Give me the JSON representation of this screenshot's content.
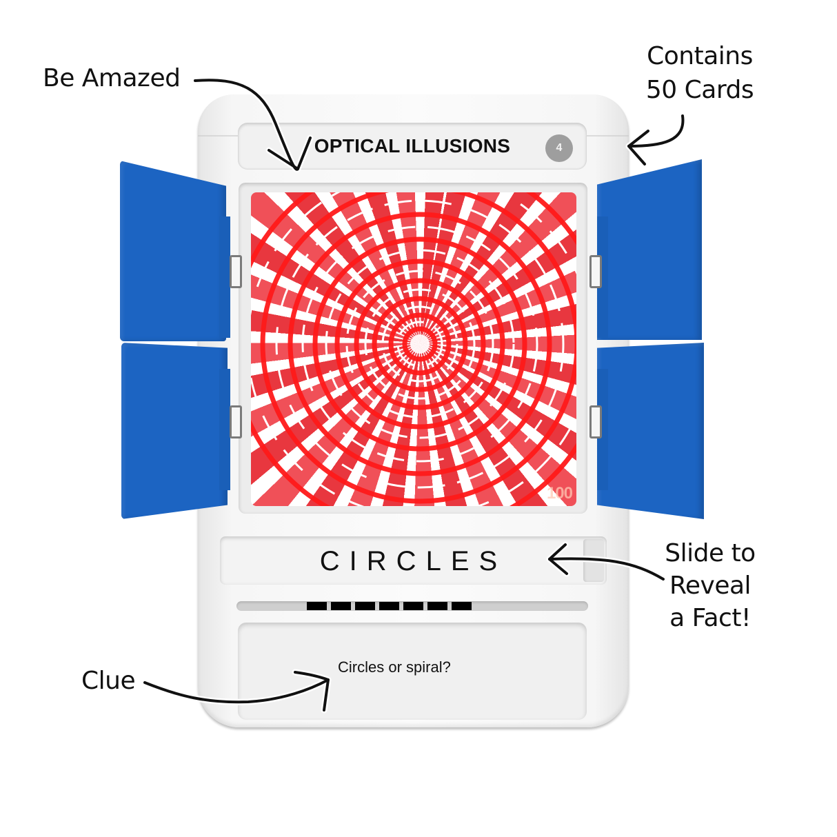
{
  "device": {
    "category_title": "OPTICAL ILLUSIONS",
    "card_number": "4",
    "answer": "CIRCLES",
    "answer_letter_count": 7,
    "clue": "Circles or spiral?",
    "watermark": "100",
    "colors": {
      "flap_blue": "#1c64c2",
      "illusion_red": "#e8373f",
      "body_white": "#f6f6f6",
      "badge_gray": "#9e9e9e"
    }
  },
  "annotations": {
    "be_amazed": "Be Amazed",
    "contains_line1": "Contains",
    "contains_line2": "50 Cards",
    "slide_line1": "Slide to",
    "slide_line2": "Reveal",
    "slide_line3": "a Fact!",
    "clue": "Clue"
  }
}
